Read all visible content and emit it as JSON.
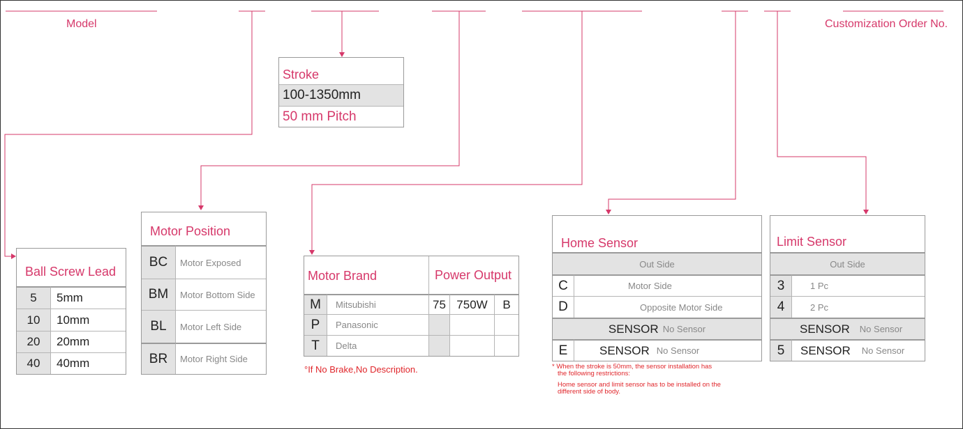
{
  "header": {
    "model_label": "Model",
    "customization_label": "Customization Order No."
  },
  "stroke": {
    "title": "Stroke",
    "range": "100-1350mm",
    "pitch": "50 mm Pitch"
  },
  "ball_screw_lead": {
    "title": "Ball Screw Lead",
    "rows": [
      {
        "code": "5",
        "value": "5mm"
      },
      {
        "code": "10",
        "value": "10mm"
      },
      {
        "code": "20",
        "value": "20mm"
      },
      {
        "code": "40",
        "value": "40mm"
      }
    ]
  },
  "motor_position": {
    "title": "Motor Position",
    "rows": [
      {
        "code": "BC",
        "desc": "Motor Exposed"
      },
      {
        "code": "BM",
        "desc": "Motor Bottom Side"
      },
      {
        "code": "BL",
        "desc": "Motor Left Side"
      },
      {
        "code": "BR",
        "desc": "Motor Right Side"
      }
    ]
  },
  "motor_brand": {
    "title": "Motor Brand",
    "power_title": "Power Output",
    "rows": [
      {
        "code": "M",
        "name": "Mitsubishi",
        "power_code": "75",
        "power": "750W",
        "brake": "B"
      },
      {
        "code": "P",
        "name": "Panasonic",
        "power_code": "",
        "power": "",
        "brake": ""
      },
      {
        "code": "T",
        "name": "Delta",
        "power_code": "",
        "power": "",
        "brake": ""
      }
    ],
    "note": "°If No Brake,No Description."
  },
  "home_sensor": {
    "title": "Home Sensor",
    "group": "Out Side",
    "rows": [
      {
        "code": "C",
        "desc": "Motor Side"
      },
      {
        "code": "D",
        "desc": "Opposite Motor Side"
      }
    ],
    "sensor_row": {
      "label": "SENSOR",
      "desc": "No Sensor"
    },
    "last_row": {
      "code": "E",
      "label": "SENSOR",
      "desc": "No Sensor"
    },
    "notes": [
      "* When the stroke is 50mm, the sensor installation has",
      "the following restrictions:",
      "Home sensor and limit sensor has to be   installed on the",
      "different side of body."
    ]
  },
  "limit_sensor": {
    "title": "Limit Sensor",
    "group": "Out Side",
    "rows": [
      {
        "code": "3",
        "desc": "1 Pc"
      },
      {
        "code": "4",
        "desc": "2 Pc"
      }
    ],
    "sensor_row": {
      "label": "SENSOR",
      "desc": "No Sensor"
    },
    "last_row": {
      "code": "5",
      "label": "SENSOR",
      "desc": "No Sensor"
    }
  },
  "colors": {
    "accent": "#d6386a",
    "note_red": "#e0262b",
    "cell_gray": "#e3e3e3",
    "border": "#9a9a9a"
  }
}
